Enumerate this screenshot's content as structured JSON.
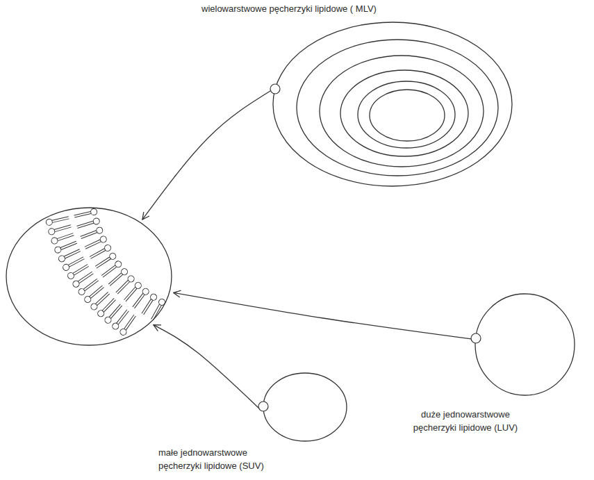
{
  "diagram": {
    "nodes": [
      {
        "text": [
          "wielowarstwowe pęcherzyki lipidowe ( MLV)"
        ]
      },
      {
        "text": []
      },
      {
        "text": [
          "duże jednowarstwowe pęcherzyki lipidowe (LUV)"
        ]
      },
      {
        "text": [
          "małe jednowarstwowe pęcherzyki lipidowe (SUV)"
        ]
      }
    ],
    "edges": [
      {
        "from": 0,
        "to": 1,
        "arrow": "to"
      },
      {
        "from": 2,
        "to": 1,
        "arrow": "to"
      },
      {
        "from": 3,
        "to": 1,
        "arrow": "to"
      }
    ]
  }
}
